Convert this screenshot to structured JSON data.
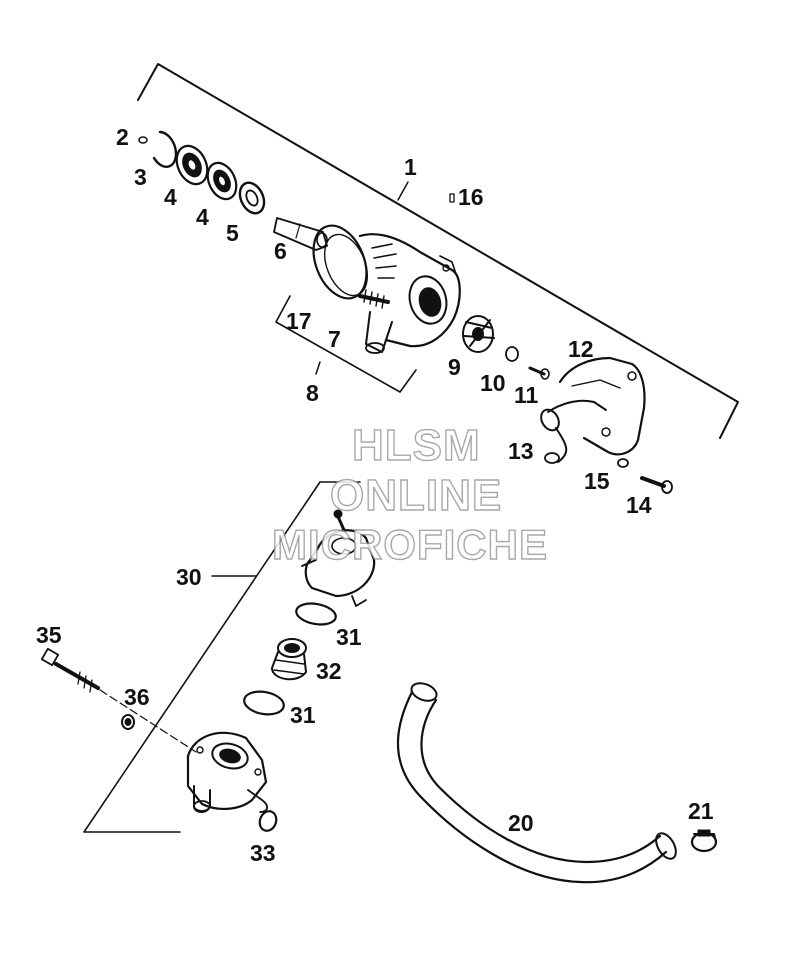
{
  "watermark": {
    "line1": "HLSM",
    "line2": "ONLINE",
    "line3": "MICROFICHE"
  },
  "callouts": {
    "c1": "1",
    "c2": "2",
    "c3": "3",
    "c4a": "4",
    "c4b": "4",
    "c5": "5",
    "c6": "6",
    "c7": "7",
    "c8": "8",
    "c9": "9",
    "c10": "10",
    "c11": "11",
    "c12": "12",
    "c13": "13",
    "c14": "14",
    "c15": "15",
    "c16": "16",
    "c17": "17",
    "c20": "20",
    "c21": "21",
    "c30": "30",
    "c31a": "31",
    "c31b": "31",
    "c32": "32",
    "c33": "33",
    "c35": "35",
    "c36": "36"
  },
  "colors": {
    "ink": "#111111",
    "paper": "#ffffff",
    "watermark_outline": "#9a9a9a"
  }
}
